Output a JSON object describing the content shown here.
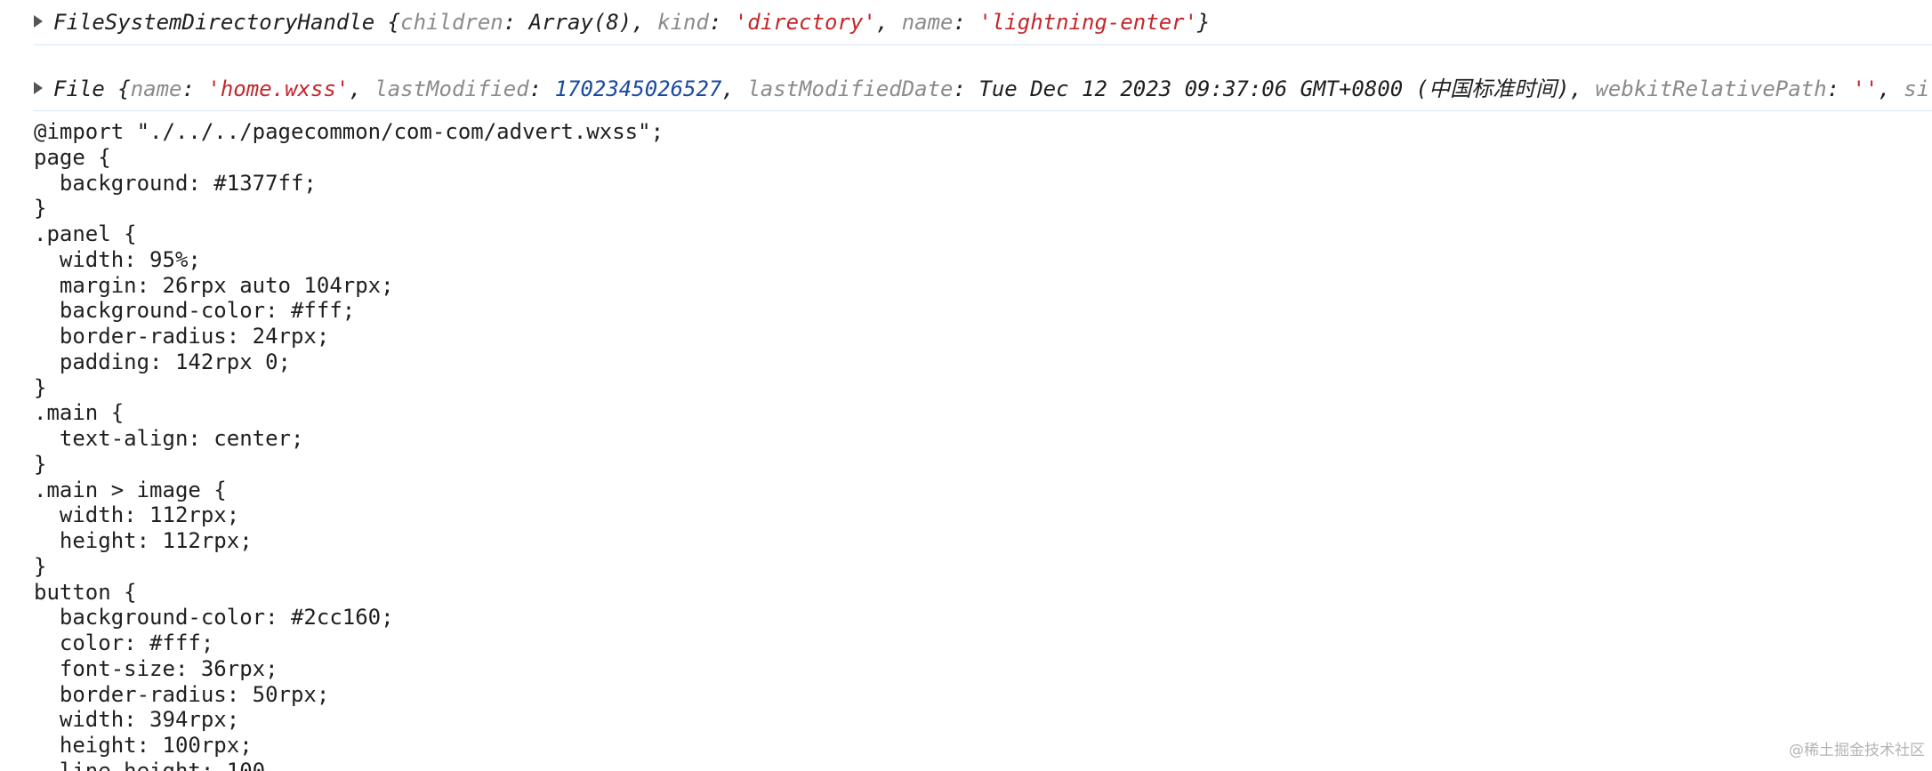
{
  "console": {
    "row1": {
      "type_name": "FileSystemDirectoryHandle",
      "open_brace": " {",
      "fields": [
        {
          "key": "children",
          "value": "Array(8)",
          "value_type": "plain",
          "sep": ", "
        },
        {
          "key": "kind",
          "value": "'directory'",
          "value_type": "str",
          "sep": ", "
        },
        {
          "key": "name",
          "value": "'lightning-enter'",
          "value_type": "str",
          "sep": ""
        }
      ],
      "close_brace": "}"
    },
    "row2": {
      "type_name": "File",
      "open_brace": " {",
      "fields": [
        {
          "key": "name",
          "value": "'home.wxss'",
          "value_type": "str",
          "sep": ", "
        },
        {
          "key": "lastModified",
          "value": "1702345026527",
          "value_type": "num",
          "sep": ", "
        },
        {
          "key": "lastModifiedDate",
          "value": "Tue Dec 12 2023 09:37:06 GMT+0800 (中国标准时间)",
          "value_type": "plain",
          "sep": ", "
        },
        {
          "key": "webkitRelativePath",
          "value": "''",
          "value_type": "str",
          "sep": ", "
        },
        {
          "key": "si",
          "value": "",
          "value_type": "plain",
          "sep": ""
        }
      ]
    }
  },
  "code_lines": [
    "@import \"./../../pagecommon/com-com/advert.wxss\";",
    "page {",
    "  background: #1377ff;",
    "}",
    ".panel {",
    "  width: 95%;",
    "  margin: 26rpx auto 104rpx;",
    "  background-color: #fff;",
    "  border-radius: 24rpx;",
    "  padding: 142rpx 0;",
    "}",
    ".main {",
    "  text-align: center;",
    "}",
    ".main > image {",
    "  width: 112rpx;",
    "  height: 112rpx;",
    "}",
    "button {",
    "  background-color: #2cc160;",
    "  color: #fff;",
    "  font-size: 36rpx;",
    "  border-radius: 50rpx;",
    "  width: 394rpx;",
    "  height: 100rpx;",
    "  line-height: 100"
  ],
  "watermark": "@稀土掘金技术社区",
  "colors": {
    "key": "#8b8b8b",
    "string": "#c3272b",
    "number": "#1a4ba0",
    "divider": "#d7e6f5"
  }
}
